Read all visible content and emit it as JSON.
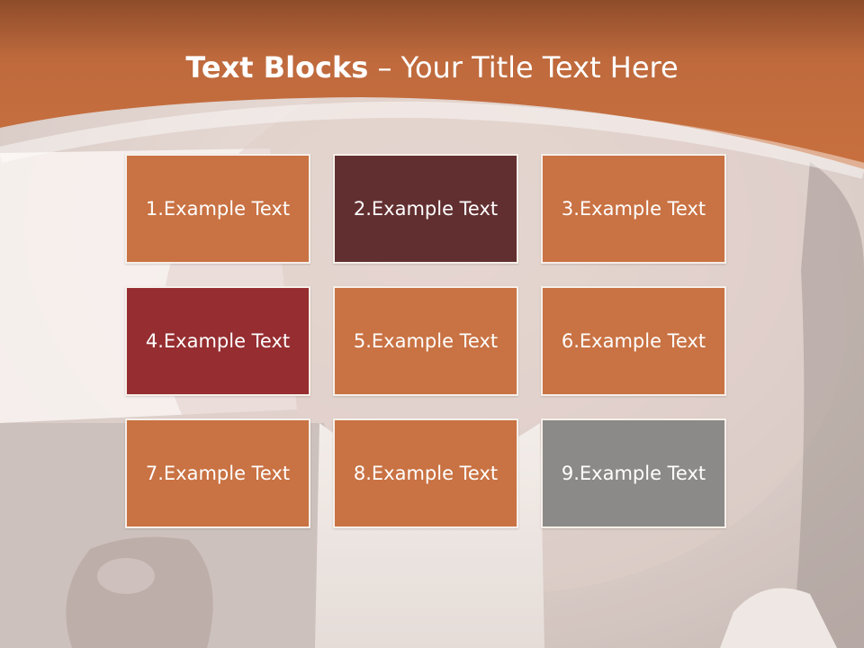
{
  "slide": {
    "title_bold": "Text Blocks",
    "title_dash": " – ",
    "title_rest": "Your Title Text Here",
    "colors": {
      "header": "#c26a3a",
      "orange_block": "#c97243",
      "dark_block": "#622f30",
      "red_block": "#962d30",
      "gray_block": "#8c8a88"
    }
  },
  "blocks": [
    {
      "label": "1.Example Text",
      "color": "#c97243"
    },
    {
      "label": "2.Example Text",
      "color": "#622f30"
    },
    {
      "label": "3.Example Text",
      "color": "#c97243"
    },
    {
      "label": "4.Example Text",
      "color": "#962d30"
    },
    {
      "label": "5.Example Text",
      "color": "#c97243"
    },
    {
      "label": "6.Example Text",
      "color": "#c97243"
    },
    {
      "label": "7.Example Text",
      "color": "#c97243"
    },
    {
      "label": "8.Example Text",
      "color": "#c97243"
    },
    {
      "label": "9.Example Text",
      "color": "#8c8a88"
    }
  ]
}
